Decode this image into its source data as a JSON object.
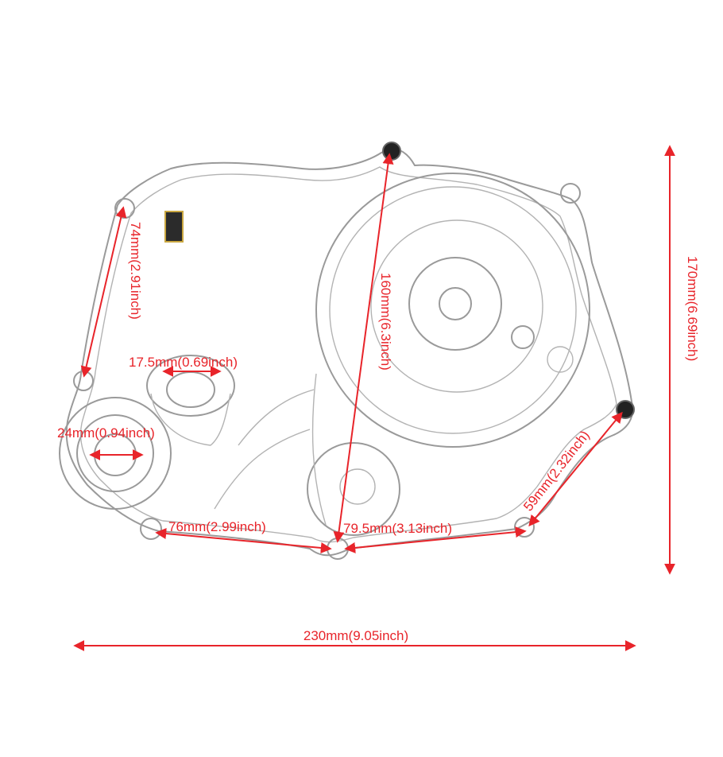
{
  "colors": {
    "dimension": "#e8242a",
    "outline": "#9a9a9a",
    "background": "#ffffff"
  },
  "dimensions": {
    "total_width": "230mm(9.05inch)",
    "total_height": "170mm(6.69inch)",
    "inner_height": "160mm(6.3inch)",
    "left_edge": "74mm(2.91inch)",
    "port_diameter": "17.5mm(0.69inch)",
    "seal_diameter": "24mm(0.94inch)",
    "bottom_left_span": "76mm(2.99inch)",
    "bottom_right_span": "79.5mm(3.13inch)",
    "right_edge": "59mm(2.32inch)"
  },
  "icons": {
    "part": "engine-side-cover-outline"
  }
}
